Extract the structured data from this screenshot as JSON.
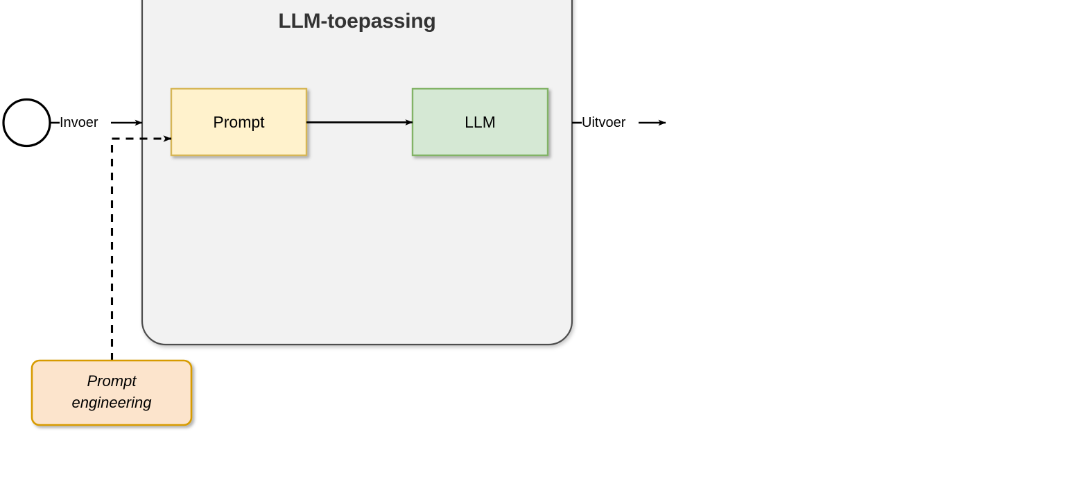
{
  "diagram": {
    "type": "flow-diagram",
    "language": "nl",
    "background_color": "#ffffff",
    "container": {
      "title": "LLM-toepassing",
      "fill": "#f2f2f2",
      "stroke": "#4d4d4d",
      "shape": "rounded-rectangle"
    },
    "nodes": [
      {
        "id": "start",
        "label": "",
        "shape": "circle",
        "fill": "#ffffff",
        "stroke": "#000000"
      },
      {
        "id": "prompt",
        "label": "Prompt",
        "shape": "rectangle",
        "fill": "#fff2cc",
        "stroke": "#d6b656"
      },
      {
        "id": "llm",
        "label": "LLM",
        "shape": "rectangle",
        "fill": "#d5e8d4",
        "stroke": "#82b366"
      },
      {
        "id": "prompt-engineering",
        "label_line_1": "Prompt",
        "label_line_2": "engineering",
        "shape": "rounded-rectangle",
        "fill": "#fce4cc",
        "stroke": "#d79b00",
        "font_style": "italic"
      }
    ],
    "edges": [
      {
        "id": "invoer",
        "label": "Invoer",
        "from": "start",
        "to": "container",
        "style": "solid",
        "arrow": "end",
        "color": "#000000"
      },
      {
        "id": "prompt-to-llm",
        "label": "",
        "from": "prompt",
        "to": "llm",
        "style": "solid",
        "arrow": "end",
        "color": "#000000"
      },
      {
        "id": "uitvoer",
        "label": "Uitvoer",
        "from": "container",
        "to": "",
        "style": "solid",
        "arrow": "end",
        "color": "#000000"
      },
      {
        "id": "pe-to-prompt",
        "label": "",
        "from": "prompt-engineering",
        "to": "prompt",
        "style": "dashed",
        "arrow": "end",
        "color": "#000000"
      }
    ]
  }
}
